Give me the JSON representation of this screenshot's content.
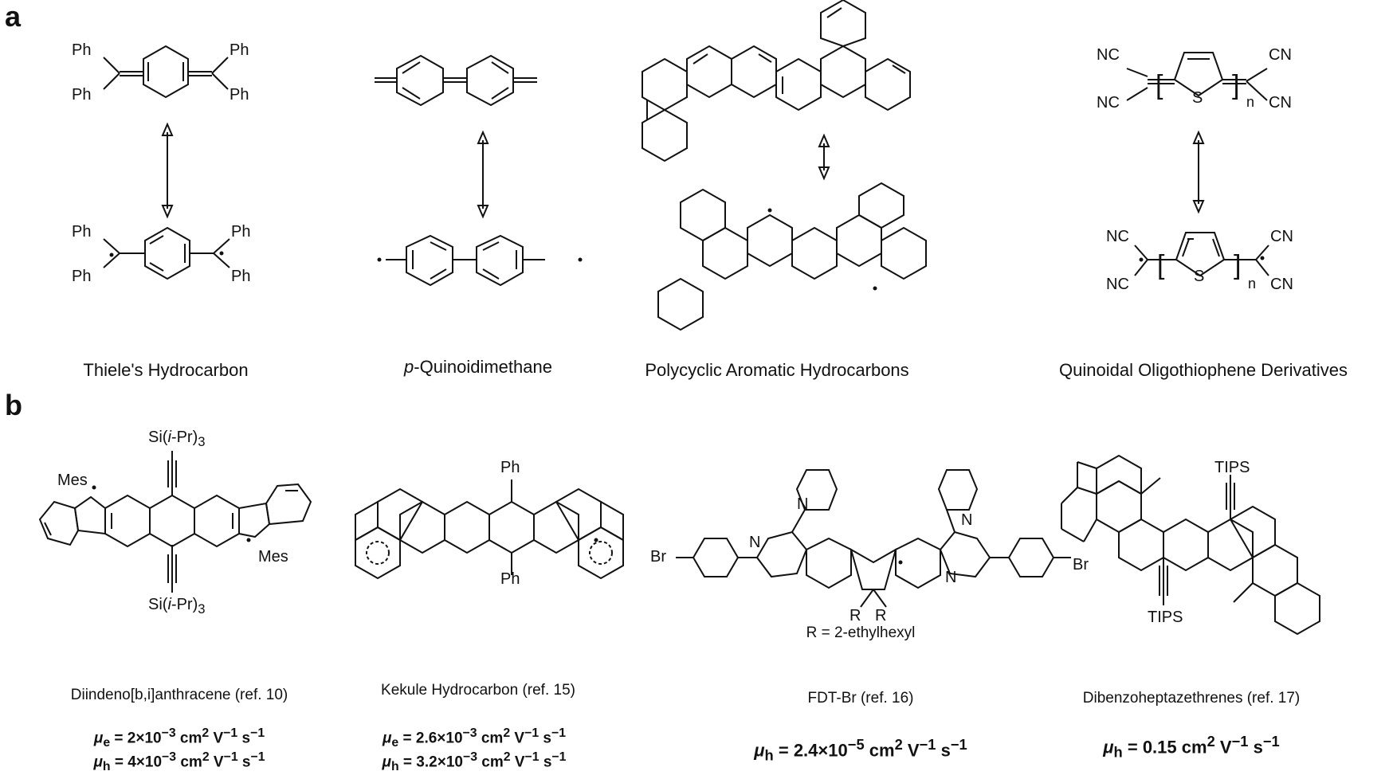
{
  "panels": {
    "a": "a",
    "b": "b"
  },
  "panel_a": {
    "captions": {
      "thiele": "Thiele's Hydrocarbon",
      "quinoid_prefix": "p",
      "quinoid_rest": "-Quinoidimethane",
      "pah": "Polycyclic Aromatic Hydrocarbons",
      "oligothiophene": "Quinoidal Oligothiophene Derivatives"
    },
    "labels": {
      "ph": "Ph",
      "nc": "NC",
      "cn": "CN",
      "s": "S",
      "n": "n",
      "bracket_l": "[",
      "bracket_r": "]"
    }
  },
  "panel_b": {
    "labels": {
      "si_top": "Si(i-Pr)3",
      "si_bottom": "Si(i-Pr)3",
      "mes": "Mes",
      "ph": "Ph",
      "br": "Br",
      "n": "N",
      "r": "R",
      "r_def": "R = 2-ethylhexyl",
      "tips": "TIPS"
    },
    "refs": {
      "diindeno": "Diindeno[b,i]anthracene (ref. 10)",
      "kekule": "Kekule Hydrocarbon (ref. 15)",
      "fdt": "FDT-Br (ref. 16)",
      "dibenzo": "Dibenzoheptazethrenes (ref. 17)"
    },
    "mobilities": {
      "diindeno_e": "μe = 2×10−3 cm2 V−1 s−1",
      "diindeno_h": "μh = 4×10−3 cm2 V−1 s−1",
      "kekule_e": "μe = 2.6×10−3 cm2 V−1 s−1",
      "kekule_h": "μh = 3.2×10−3 cm2 V−1 s−1",
      "fdt_h": "μh = 2.4×10−5 cm2 V−1 s−1",
      "dibenzo_h": "μh = 0.15 cm2 V−1 s−1"
    }
  }
}
